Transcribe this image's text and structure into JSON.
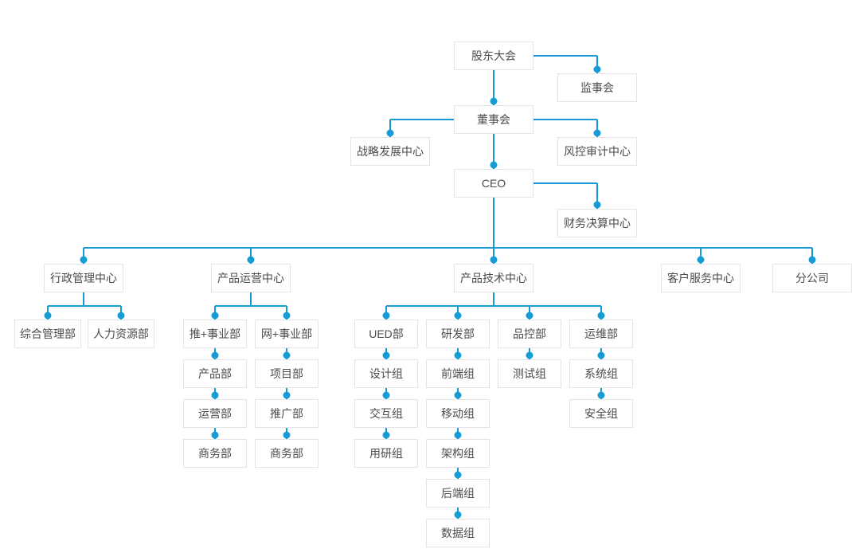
{
  "colors": {
    "line": "#169bd5",
    "node_border": "#e4e4e4",
    "node_background": "#ffffff",
    "node_text": "#4c4c4c",
    "page_background": "#ffffff"
  },
  "nodes": [
    {
      "id": "shareholders-meeting",
      "label": "股东大会"
    },
    {
      "id": "supervisory-board",
      "label": "监事会"
    },
    {
      "id": "board-of-directors",
      "label": "董事会"
    },
    {
      "id": "strategy-development-center",
      "label": "战略发展中心"
    },
    {
      "id": "risk-audit-center",
      "label": "风控审计中心"
    },
    {
      "id": "ceo",
      "label": "CEO"
    },
    {
      "id": "finance-settlement-center",
      "label": "财务决算中心"
    },
    {
      "id": "admin-management-center",
      "label": "行政管理中心"
    },
    {
      "id": "product-operation-center",
      "label": "产品运营中心"
    },
    {
      "id": "product-technology-center",
      "label": "产品技术中心"
    },
    {
      "id": "customer-service-center",
      "label": "客户服务中心"
    },
    {
      "id": "branch-company",
      "label": "分公司"
    },
    {
      "id": "general-management-dept",
      "label": "综合管理部"
    },
    {
      "id": "human-resources-dept",
      "label": "人力资源部"
    },
    {
      "id": "tui-business-unit",
      "label": "推+事业部"
    },
    {
      "id": "wang-business-unit",
      "label": "网+事业部"
    },
    {
      "id": "ued-dept",
      "label": "UED部"
    },
    {
      "id": "rd-dept",
      "label": "研发部"
    },
    {
      "id": "quality-control-dept",
      "label": "品控部"
    },
    {
      "id": "ops-maintenance-dept",
      "label": "运维部"
    },
    {
      "id": "product-dept",
      "label": "产品部"
    },
    {
      "id": "project-dept",
      "label": "项目部"
    },
    {
      "id": "design-group",
      "label": "设计组"
    },
    {
      "id": "frontend-group",
      "label": "前端组"
    },
    {
      "id": "testing-group",
      "label": "测试组"
    },
    {
      "id": "system-group",
      "label": "系统组"
    },
    {
      "id": "operation-dept",
      "label": "运营部"
    },
    {
      "id": "promotion-dept",
      "label": "推广部"
    },
    {
      "id": "interaction-group",
      "label": "交互组"
    },
    {
      "id": "mobile-group",
      "label": "移动组"
    },
    {
      "id": "security-group",
      "label": "安全组"
    },
    {
      "id": "business-dept-tui",
      "label": "商务部"
    },
    {
      "id": "business-dept-wang",
      "label": "商务部"
    },
    {
      "id": "user-research-group",
      "label": "用研组"
    },
    {
      "id": "architecture-group",
      "label": "架构组"
    },
    {
      "id": "backend-group",
      "label": "后端组"
    },
    {
      "id": "data-group",
      "label": "数据组"
    }
  ],
  "edges_as_drawn": [
    [
      "股东大会",
      "监事会"
    ],
    [
      "股东大会",
      "董事会"
    ],
    [
      "董事会",
      "战略发展中心"
    ],
    [
      "董事会",
      "风控审计中心"
    ],
    [
      "董事会",
      "CEO"
    ],
    [
      "CEO",
      "财务决算中心"
    ],
    [
      "CEO",
      "行政管理中心"
    ],
    [
      "CEO",
      "产品运营中心"
    ],
    [
      "CEO",
      "产品技术中心"
    ],
    [
      "CEO",
      "客户服务中心"
    ],
    [
      "CEO",
      "分公司"
    ],
    [
      "行政管理中心",
      "综合管理部"
    ],
    [
      "行政管理中心",
      "人力资源部"
    ],
    [
      "产品运营中心",
      "推+事业部"
    ],
    [
      "产品运营中心",
      "网+事业部"
    ],
    [
      "推+事业部",
      "产品部"
    ],
    [
      "产品部",
      "运营部"
    ],
    [
      "运营部",
      "商务部"
    ],
    [
      "网+事业部",
      "项目部"
    ],
    [
      "项目部",
      "推广部"
    ],
    [
      "推广部",
      "商务部"
    ],
    [
      "产品技术中心",
      "UED部"
    ],
    [
      "产品技术中心",
      "研发部"
    ],
    [
      "产品技术中心",
      "品控部"
    ],
    [
      "产品技术中心",
      "运维部"
    ],
    [
      "UED部",
      "设计组"
    ],
    [
      "设计组",
      "交互组"
    ],
    [
      "交互组",
      "用研组"
    ],
    [
      "研发部",
      "前端组"
    ],
    [
      "前端组",
      "移动组"
    ],
    [
      "移动组",
      "架构组"
    ],
    [
      "架构组",
      "后端组"
    ],
    [
      "后端组",
      "数据组"
    ],
    [
      "品控部",
      "测试组"
    ],
    [
      "运维部",
      "系统组"
    ],
    [
      "系统组",
      "安全组"
    ]
  ]
}
